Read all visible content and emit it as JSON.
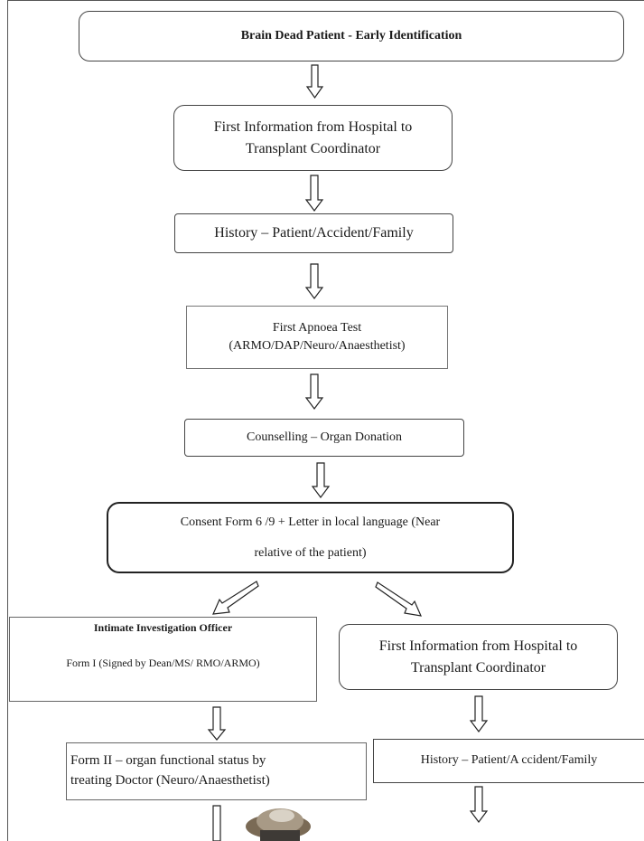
{
  "nodes": {
    "n1": {
      "lines": [
        "Brain Dead Patient  -  Early Identification"
      ]
    },
    "n2": {
      "lines": [
        "First Information from Hospital to",
        "Transplant Coordinator"
      ]
    },
    "n3": {
      "lines": [
        "History – Patient/Accident/Family"
      ]
    },
    "n4": {
      "lines": [
        "First Apnoea Test",
        "(ARMO/DAP/Neuro/Anaesthetist)"
      ]
    },
    "n5": {
      "lines": [
        "Counselling – Organ Donation"
      ]
    },
    "n6": {
      "lines": [
        "Consent Form 6 /9 + Letter  in local language (Near",
        "relative of the patient)"
      ]
    },
    "n7": {
      "lines": [
        "Intimate Investigation Officer",
        "Form I (Signed by Dean/MS/ RMO/ARMO)"
      ]
    },
    "n8": {
      "lines": [
        "First Information from Hospital to",
        "Transplant Coordinator"
      ]
    },
    "n9": {
      "lines": [
        "Form II – organ functional status by",
        "treating Doctor (Neuro/Anaesthetist)"
      ]
    },
    "n10": {
      "lines": [
        "History – Patient/A ccident/Family"
      ]
    }
  }
}
